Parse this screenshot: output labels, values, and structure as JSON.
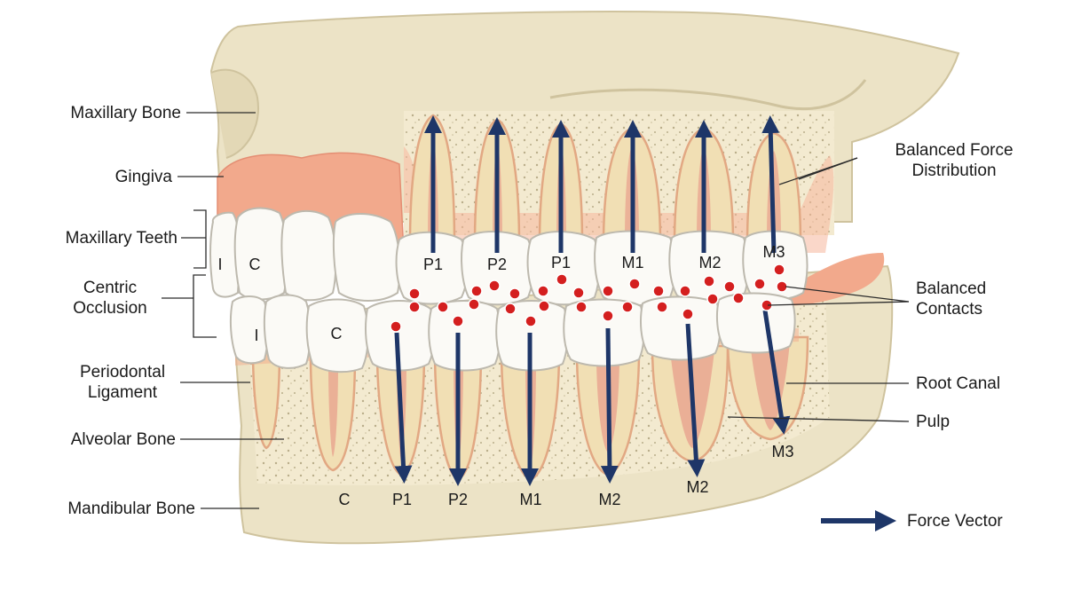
{
  "labels": {
    "maxillary_bone": "Maxillary Bone",
    "gingiva": "Gingiva",
    "maxillary_teeth": "Maxillary Teeth",
    "centric_occlusion_1": "Centric",
    "centric_occlusion_2": "Occlusion",
    "periodontal_1": "Periodontal",
    "periodontal_2": "Ligament",
    "alveolar_bone": "Alveolar Bone",
    "mandibular_bone": "Mandibular Bone",
    "balanced_force_1": "Balanced Force",
    "balanced_force_2": "Distribution",
    "balanced_contacts_1": "Balanced",
    "balanced_contacts_2": "Contacts",
    "root_canal": "Root Canal",
    "pulp": "Pulp",
    "force_vector": "Force Vector"
  },
  "upper_teeth": [
    "I",
    "C",
    "P1",
    "P2",
    "P1",
    "M1",
    "M2",
    "M3"
  ],
  "lower_teeth_crown": [
    "I",
    "C"
  ],
  "lower_teeth_bottom": [
    "C",
    "P1",
    "P2",
    "M1",
    "M2",
    "M2",
    "M3"
  ],
  "colors": {
    "bone": "#ece3c6",
    "bone_dark": "#d9ceab",
    "gum": "#f2a98c",
    "tooth": "#fbfaf6",
    "root": "#f1dfb4",
    "pulp": "#e9a48f",
    "vector": "#1e3668",
    "contact": "#d41f1f"
  }
}
